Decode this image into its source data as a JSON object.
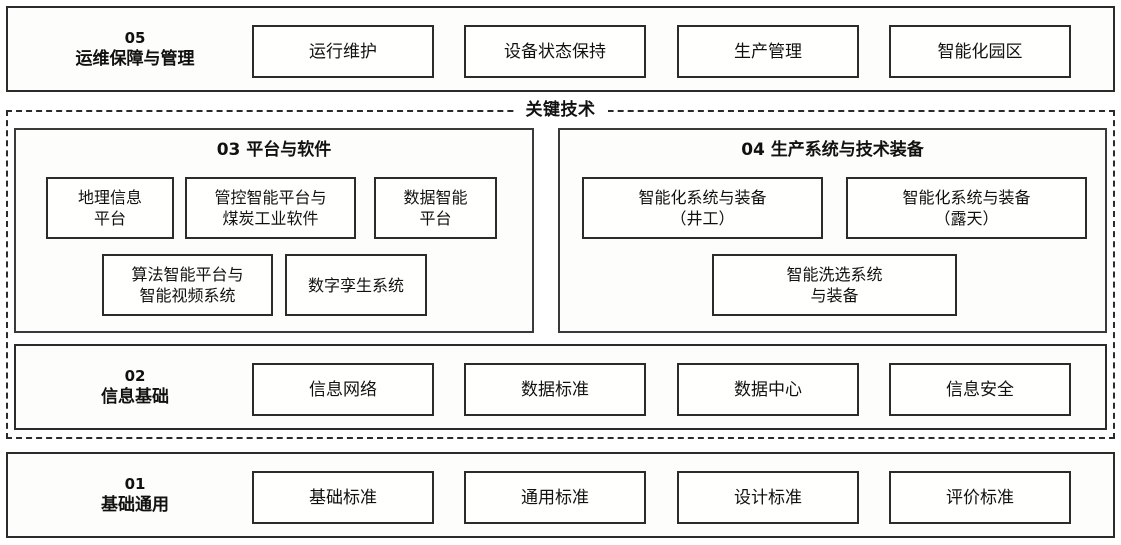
{
  "diagram": {
    "key_tech_label": "关键技术",
    "layers": [
      {
        "id": "05",
        "number": "05",
        "name": "运维保障与管理",
        "cells": [
          "运行维护",
          "设备状态保持",
          "生产管理",
          "智能化园区"
        ]
      },
      {
        "id": "02",
        "number": "02",
        "name": "信息基础",
        "cells": [
          "信息网络",
          "数据标准",
          "数据中心",
          "信息安全"
        ]
      },
      {
        "id": "01",
        "number": "01",
        "name": "基础通用",
        "cells": [
          "基础标准",
          "通用标准",
          "设计标准",
          "评价标准"
        ]
      }
    ],
    "groups": [
      {
        "id": "03",
        "title": "03 平台与软件",
        "cells": [
          "地理信息\n平台",
          "管控智能平台与\n煤炭工业软件",
          "数据智能\n平台",
          "算法智能平台与\n智能视频系统",
          "数字孪生系统"
        ]
      },
      {
        "id": "04",
        "title": "04 生产系统与技术装备",
        "cells": [
          "智能化系统与装备\n（井工）",
          "智能化系统与装备\n（露天）",
          "智能洗选系统\n与装备"
        ]
      }
    ]
  },
  "colors": {
    "border": "#2b2b2b",
    "panel_bg": "#fdfdfb",
    "page_bg": "#ffffff"
  }
}
